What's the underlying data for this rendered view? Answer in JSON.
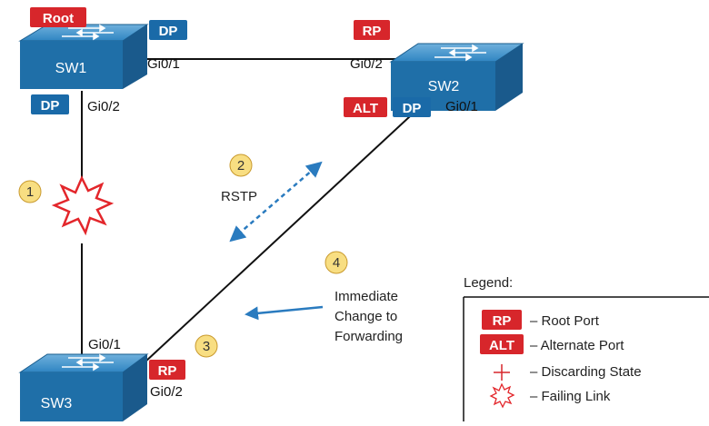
{
  "switches": {
    "sw1": "SW1",
    "sw2": "SW2",
    "sw3": "SW3"
  },
  "ports": {
    "sw1_gi01": "Gi0/1",
    "sw1_gi02": "Gi0/2",
    "sw2_gi02": "Gi0/2",
    "sw2_gi01": "Gi0/1",
    "sw3_gi01": "Gi0/1",
    "sw3_gi02": "Gi0/2"
  },
  "badges": {
    "root": "Root",
    "dp": "DP",
    "rp": "RP",
    "alt": "ALT"
  },
  "steps": {
    "one": "1",
    "two": "2",
    "three": "3",
    "four": "4"
  },
  "annotations": {
    "rstp": "RSTP",
    "change_line1": "Immediate",
    "change_line2": "Change to",
    "change_line3": "Forwarding"
  },
  "legend": {
    "title": "Legend:",
    "rp_desc": "– Root Port",
    "alt_desc": "– Alternate Port",
    "discarding_desc": "– Discarding State",
    "failing_desc": "– Failing Link"
  },
  "colors": {
    "switch_blue": "#1f6fa8",
    "badge_red": "#d7262b",
    "badge_blue": "#1a6aa8",
    "step_fill": "#f8de82",
    "arrow_blue": "#2a7bbf",
    "explosion_red": "#e3262b"
  }
}
